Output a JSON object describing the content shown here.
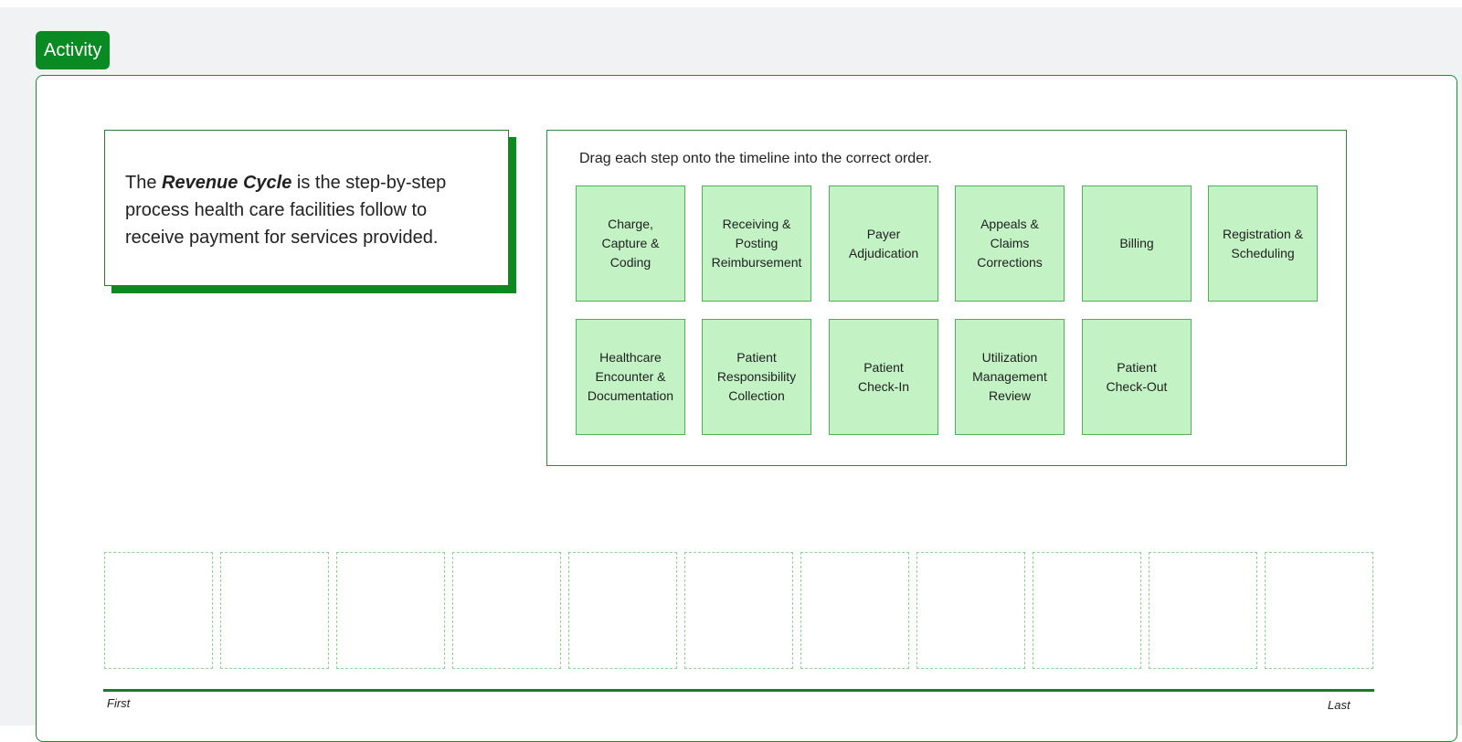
{
  "header": {
    "tag_label": "Activity"
  },
  "intro": {
    "prefix": "The ",
    "term": "Revenue Cycle",
    "suffix": " is the step-by-step process health care facilities follow to receive payment for services provided."
  },
  "bank": {
    "instruction": "Drag each step onto the timeline into the correct order.",
    "cards": [
      "Charge,\nCapture &\nCoding",
      "Receiving &\nPosting\nReimbursement",
      "Payer\nAdjudication",
      "Appeals &\nClaims\nCorrections",
      "Billing",
      "Registration &\nScheduling",
      "Healthcare\nEncounter &\nDocumentation",
      "Patient\nResponsibility\nCollection",
      "Patient\nCheck-In",
      "Utilization\nManagement\nReview",
      "Patient\nCheck-Out"
    ]
  },
  "timeline": {
    "first_label": "First",
    "last_label": "Last"
  },
  "colors": {
    "accent": "#0a8a22",
    "card_fill": "#c3f3c5",
    "slot_border": "#8fd694"
  }
}
